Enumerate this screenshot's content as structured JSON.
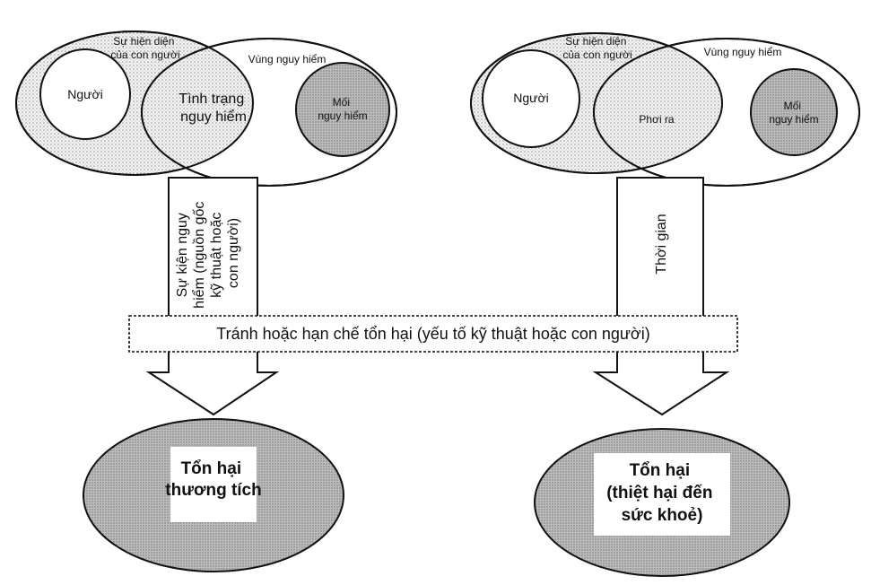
{
  "colors": {
    "ink": "#111111",
    "stipple": "#8a8a8a",
    "gray_fill": "#cfcfcf",
    "outcome_fill": "#c9c9c9"
  },
  "left": {
    "presence_label": [
      "Sự hiện diện",
      "của con người"
    ],
    "zone_label": "Vùng nguy hiểm",
    "person_label": "Người",
    "overlap_label": [
      "Tình trạng",
      "nguy hiểm"
    ],
    "hazard_label": [
      "Mối",
      "nguy hiểm"
    ],
    "event_label": [
      "Sự kiện nguy",
      "hiểm (nguồn gốc",
      "kỹ thuật hoặc",
      "con người)"
    ],
    "outcome_label": [
      "Tổn hại",
      "thương tích"
    ]
  },
  "right": {
    "presence_label": [
      "Sự hiện diện",
      "của con người"
    ],
    "zone_label": "Vùng nguy hiểm",
    "person_label": "Người",
    "overlap_label": "Phơi ra",
    "hazard_label": [
      "Mối",
      "nguy hiểm"
    ],
    "time_label": "Thời gian",
    "outcome_label": [
      "Tổn hại",
      "(thiệt hại đến",
      "sức khoẻ)"
    ]
  },
  "band": {
    "label": "Tránh hoặc hạn chế tổn hại (yếu tố kỹ thuật hoặc con người)"
  }
}
